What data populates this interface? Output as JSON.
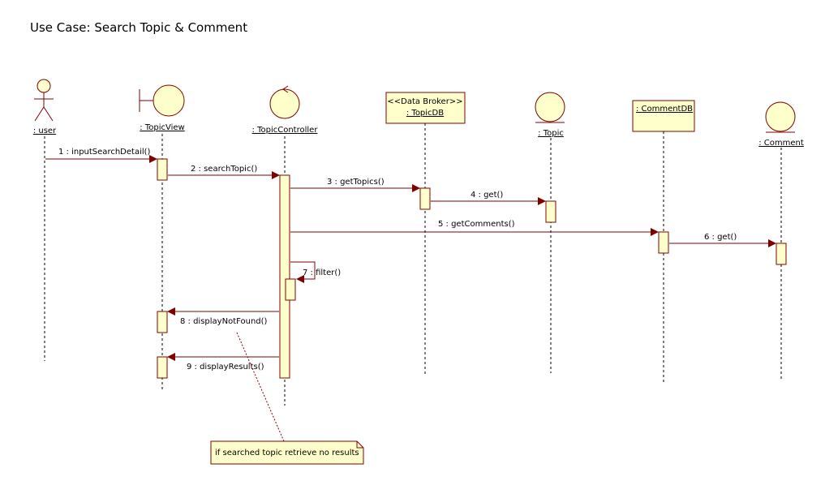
{
  "title": "Use Case: Search Topic & Comment",
  "participants": [
    {
      "label": ": user",
      "kind": "actor"
    },
    {
      "label": ": TopicView",
      "kind": "boundary"
    },
    {
      "label": ": TopicController",
      "kind": "control"
    },
    {
      "label": ": TopicDB",
      "stereotype": "<<Data Broker>>",
      "kind": "object-box"
    },
    {
      "label": ": Topic",
      "kind": "entity"
    },
    {
      "label": ": CommentDB",
      "kind": "object-box"
    },
    {
      "label": ": Comment",
      "kind": "entity"
    }
  ],
  "messages": [
    {
      "label": "1 : inputSearchDetail()",
      "from": ": user",
      "to": ": TopicView"
    },
    {
      "label": "2 : searchTopic()",
      "from": ": TopicView",
      "to": ": TopicController"
    },
    {
      "label": "3 : getTopics()",
      "from": ": TopicController",
      "to": ": TopicDB"
    },
    {
      "label": "4 : get()",
      "from": ": TopicDB",
      "to": ": Topic"
    },
    {
      "label": "5 : getComments()",
      "from": ": TopicController",
      "to": ": CommentDB"
    },
    {
      "label": "6 : get()",
      "from": ": CommentDB",
      "to": ": Comment"
    },
    {
      "label": "7 : filter()",
      "from": ": TopicController",
      "to": ": TopicController"
    },
    {
      "label": "8 : displayNotFound()",
      "from": ": TopicController",
      "to": ": TopicView"
    },
    {
      "label": "9 : displayResults()",
      "from": ": TopicController",
      "to": ": TopicView"
    }
  ],
  "note": {
    "text": "if searched topic retrieve no results"
  },
  "colors": {
    "fill": "#ffffcc",
    "stroke": "#7f0000",
    "line": "#000000"
  }
}
